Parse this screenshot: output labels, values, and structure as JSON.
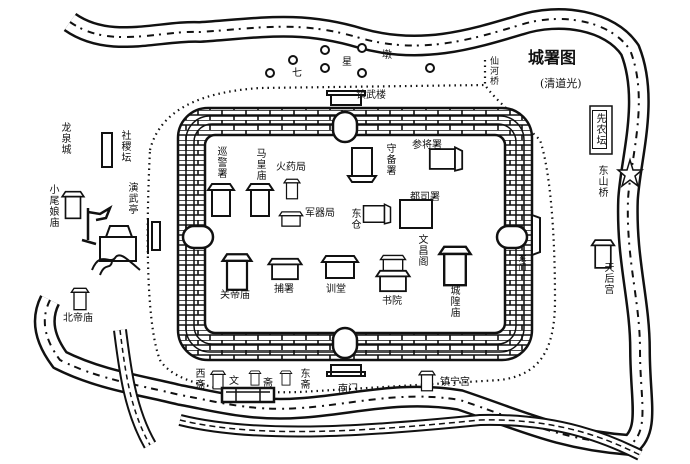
{
  "map": {
    "title": "城署图",
    "subtitle": "(清道光)",
    "colors": {
      "ink": "#111111",
      "paper": "#ffffff"
    },
    "labels": {
      "xiannongtan": "先农坛",
      "dongshanqiao": "东山桥",
      "tianhougong": "天后宫",
      "dongmen": "东门",
      "zhenninggong": "镇宁宫",
      "nanmen": "南门",
      "xizhai": "西斋",
      "wen": "文",
      "zhai": "斋",
      "dongzhai": "东斋",
      "shuyuan": "书院",
      "chenghuangmiao": "城隍庙",
      "wenchangge": "文昌阁",
      "xuntang": "训堂",
      "bushu": "捕署",
      "guandimiao": "关帝庙",
      "junqiju": "军器局",
      "dongcang": "东仓",
      "duzhitang": "都司署",
      "shoubeishu": "守备署",
      "huoyaoju": "火药局",
      "mahuangmiao": "马皇庙",
      "xunjingshu": "巡警署",
      "canjiangshu": "参将署",
      "zhenwulou": "镇武楼",
      "qi": "七",
      "xing": "星",
      "dun": "墩",
      "xianheqiao": "仙河桥",
      "longquancheng": "龙泉城",
      "shejitan": "社稷坛",
      "xiaoweiniangmiao": "小尾娘庙",
      "yanwuting": "演武亭",
      "beidimiao": "北帝庙"
    }
  }
}
